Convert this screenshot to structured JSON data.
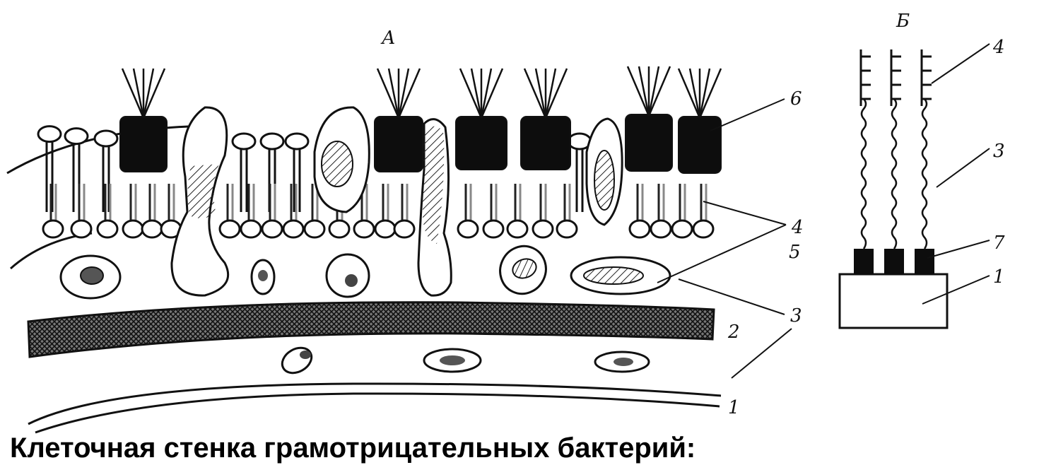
{
  "panel_a": {
    "title": "А",
    "labels": [
      "6",
      "4",
      "5",
      "3",
      "2",
      "1"
    ]
  },
  "panel_b": {
    "title": "Б",
    "labels": [
      "4",
      "3",
      "7",
      "1"
    ]
  },
  "caption": "Клеточная стенка грамотрицательных бактерий:"
}
